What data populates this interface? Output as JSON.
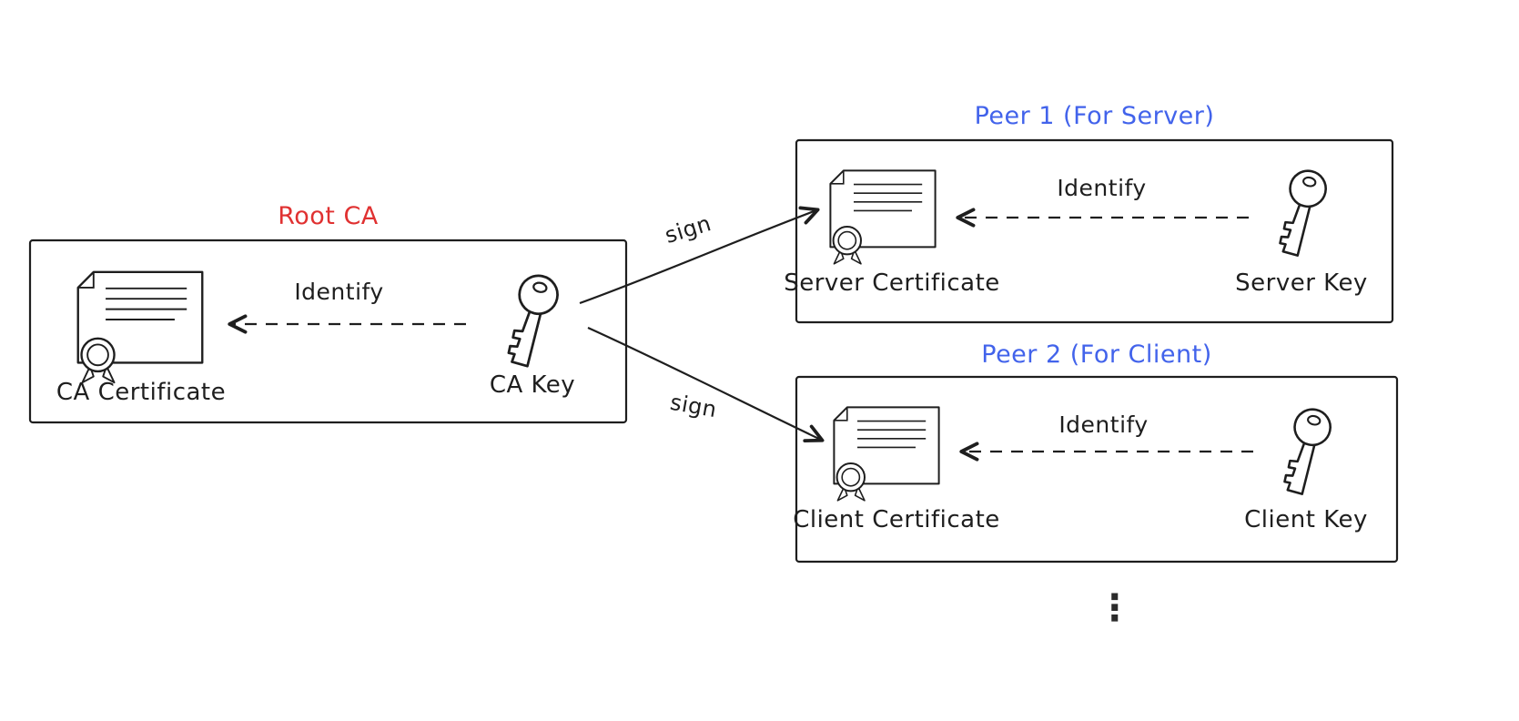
{
  "colors": {
    "ink": "#1e1e1e",
    "root_title": "#e03131",
    "peer_title": "#4263eb"
  },
  "root_ca": {
    "title": "Root CA",
    "identify_label": "Identify",
    "certificate_label": "CA Certificate",
    "key_label": "CA Key"
  },
  "peer1": {
    "title": "Peer 1 (For Server)",
    "identify_label": "Identify",
    "certificate_label": "Server Certificate",
    "key_label": "Server Key"
  },
  "peer2": {
    "title": "Peer 2 (For Client)",
    "identify_label": "Identify",
    "certificate_label": "Client Certificate",
    "key_label": "Client Key"
  },
  "arrows": {
    "sign_top_label": "sign",
    "sign_bottom_label": "sign"
  },
  "more_indicator": "⋮"
}
